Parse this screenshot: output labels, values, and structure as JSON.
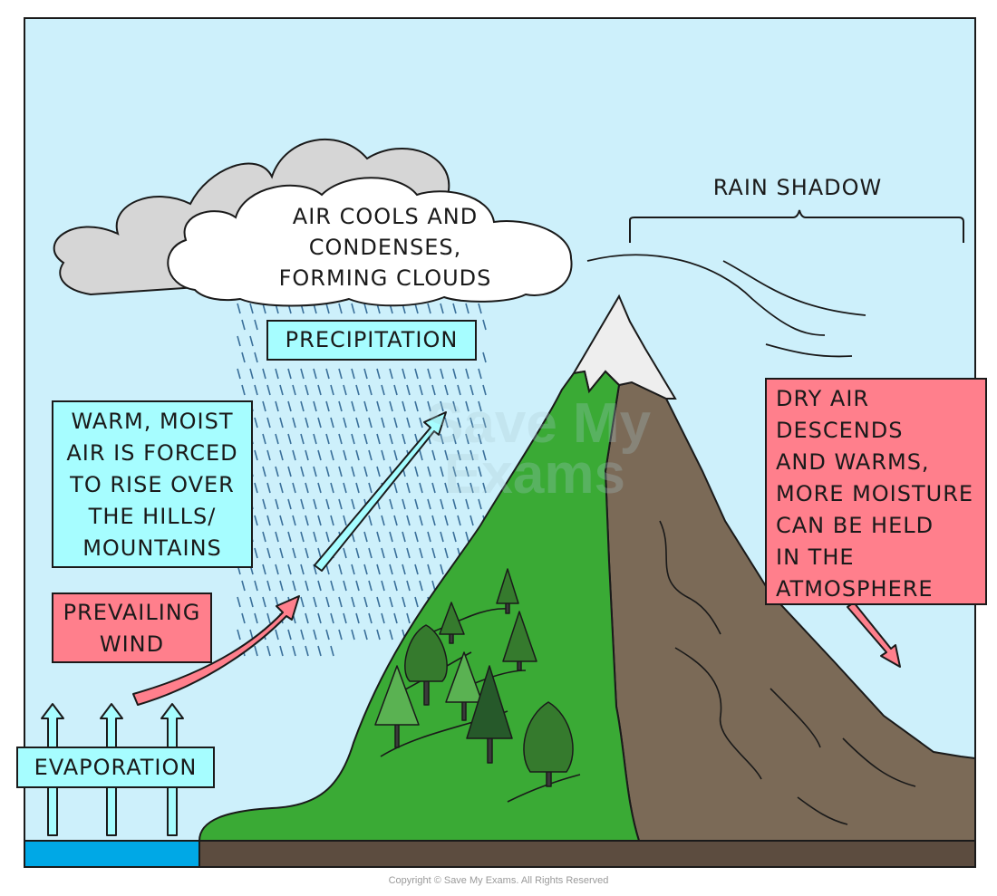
{
  "labels": {
    "cloud": "AIR COOLS AND\nCONDENSES,\nFORMING CLOUDS",
    "rain_shadow": "RAIN SHADOW",
    "precipitation": "PRECIPITATION",
    "warm_moist_air": "WARM, MOIST\nAIR IS FORCED\nTO RISE OVER\nTHE HILLS/\nMOUNTAINS",
    "prevailing_wind": "PREVAILING\nWIND",
    "evaporation": "EVAPORATION",
    "dry_air": "DRY AIR\nDESCENDS\nAND WARMS,\nMORE MOISTURE\nCAN BE HELD\nIN THE\nATMOSPHERE"
  },
  "watermark": {
    "line1": "Save My",
    "line2": "Exams"
  },
  "copyright": "Copyright © Save My Exams. All Rights Reserved",
  "colors": {
    "sky": "#cdf0fb",
    "cyan_label": "#a6fdff",
    "pink_label": "#ff7f8c",
    "grass": "#3aaa35",
    "rock": "#7b6a57",
    "snow": "#eeeeee",
    "water": "#00a8e6",
    "ground": "#5c4c3f",
    "tree": "#357a2d"
  }
}
